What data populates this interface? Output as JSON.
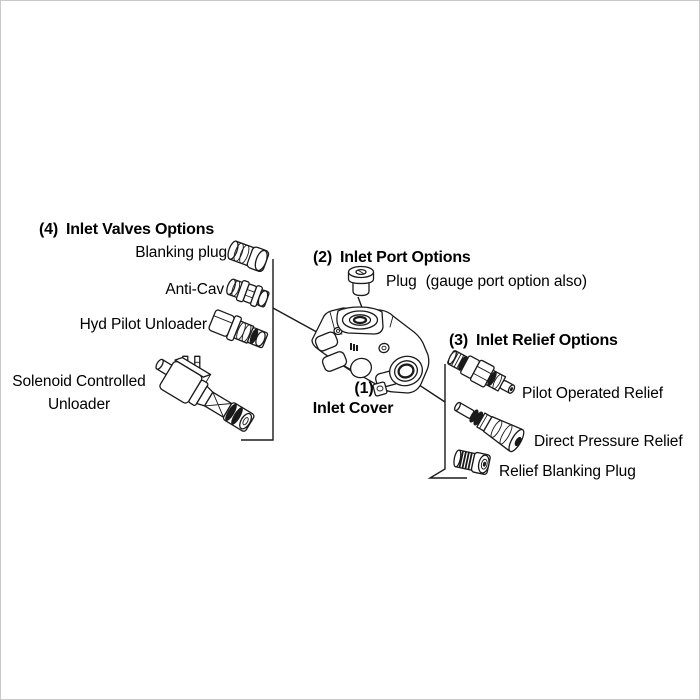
{
  "canvas": {
    "background": "#ffffff",
    "border_color": "#c9c9c9",
    "line_color": "#1a1a1a",
    "text_color": "#000000"
  },
  "inlet_cover": {
    "number": "(1)",
    "title": "Inlet Cover",
    "icon": "inlet-cover-icon"
  },
  "inlet_port_options": {
    "number": "(2)",
    "title": "Inlet Port Options",
    "plug": {
      "label": "Plug",
      "note": "(gauge port option also)",
      "icon": "port-plug-icon"
    }
  },
  "inlet_relief_options": {
    "number": "(3)",
    "title": "Inlet Relief Options",
    "items": [
      {
        "label": "Pilot Operated Relief",
        "icon": "pilot-operated-relief-icon"
      },
      {
        "label": "Direct Pressure Relief",
        "icon": "direct-pressure-relief-icon"
      },
      {
        "label": "Relief Blanking Plug",
        "icon": "relief-blanking-plug-icon"
      }
    ]
  },
  "inlet_valves_options": {
    "number": "(4)",
    "title": "Inlet Valves Options",
    "items": [
      {
        "label": "Blanking plug",
        "icon": "blanking-plug-icon"
      },
      {
        "label": "Anti-Cav",
        "icon": "anti-cav-icon"
      },
      {
        "label": "Hyd Pilot Unloader",
        "icon": "hyd-pilot-unloader-icon"
      },
      {
        "label": "Solenoid Controlled Unloader",
        "lines": [
          "Solenoid Controlled",
          "Unloader"
        ],
        "icon": "solenoid-controlled-unloader-icon"
      }
    ]
  }
}
